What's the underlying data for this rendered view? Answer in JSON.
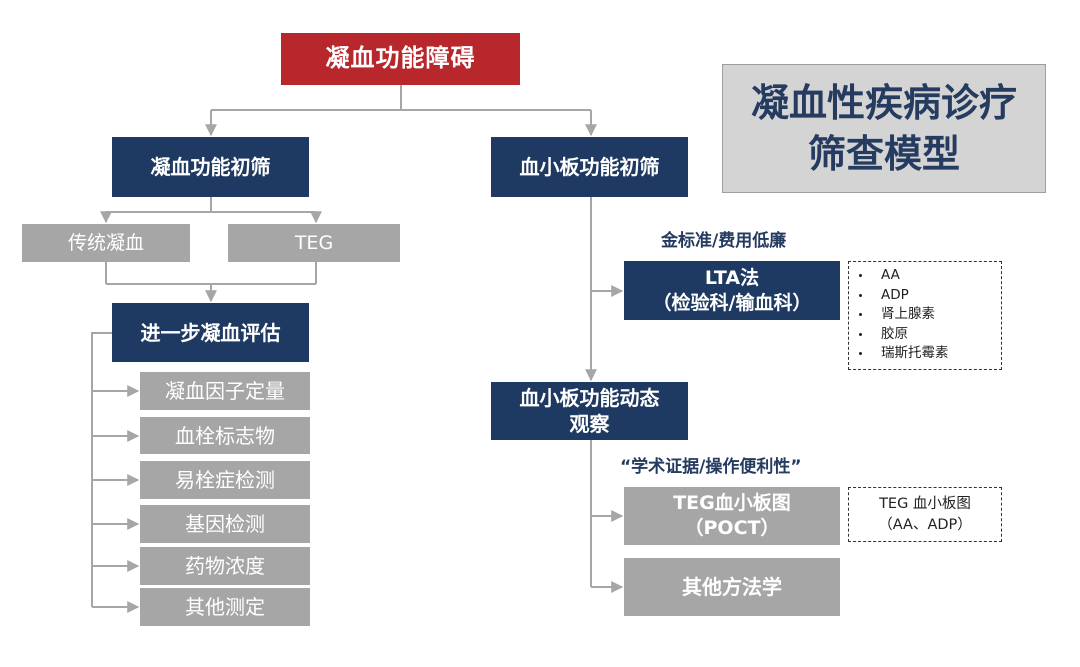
{
  "colors": {
    "root_red": "#b8272c",
    "navy": "#1f3a62",
    "gray_box": "#a6a6a6",
    "line": "#a6a6a6",
    "title_text": "#253b5f",
    "panel_bg": "#d4d4d4"
  },
  "root": {
    "label": "凝血功能障碍"
  },
  "title_panel": {
    "line1": "凝血性疾病诊疗",
    "line2": "筛查模型"
  },
  "coag_branch": {
    "screen": "凝血功能初筛",
    "screen_methods": [
      "传统凝血",
      "TEG"
    ],
    "further": "进一步凝血评估",
    "further_items": [
      "凝血因子定量",
      "血栓标志物",
      "易栓症检测",
      "基因检测",
      "药物浓度",
      "其他测定"
    ]
  },
  "platelet_branch": {
    "screen": "血小板功能初筛",
    "note1": "金标准/费用低廉",
    "lta": {
      "line1": "LTA法",
      "line2": "（检验科/输血科）",
      "agonists": [
        "AA",
        "ADP",
        "肾上腺素",
        "胶原",
        "瑞斯托霉素"
      ]
    },
    "dynamic": {
      "line1": "血小板功能动态",
      "line2": "观察"
    },
    "note2": "“学术证据/操作便利性”",
    "teg": {
      "line1": "TEG血小板图",
      "line2": "（POCT）",
      "detail_line1": "TEG 血小板图",
      "detail_line2": "（AA、ADP）"
    },
    "other": "其他方法学"
  }
}
